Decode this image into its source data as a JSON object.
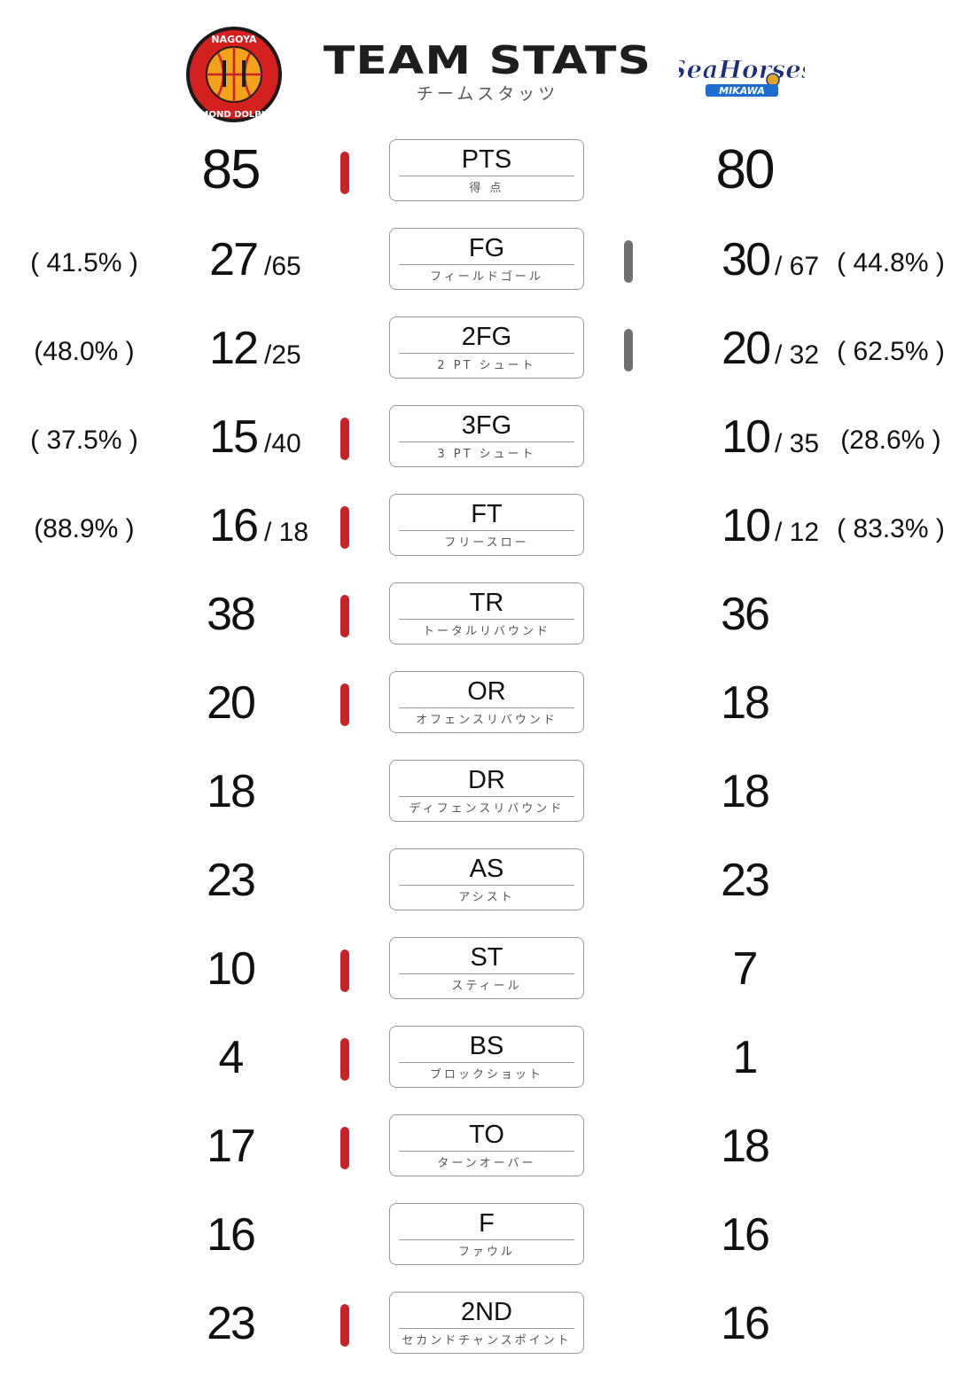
{
  "header": {
    "title": "TEAM STATS",
    "subtitle": "チームスタッツ",
    "home_logo_text": "NAGOYA DIAMOND DOLPHINS",
    "away_logo_text": "SeaHorses MIKAWA",
    "home_color": "#c8222b",
    "away_color": "#707070"
  },
  "rows": [
    {
      "abbr": "PTS",
      "jp": "得 点",
      "home": "85",
      "away": "80",
      "leader": "home"
    },
    {
      "abbr": "FG",
      "jp": "フィールドゴール",
      "home": "27",
      "home_att": "/65",
      "home_pct": "( 41.5% )",
      "away": "30",
      "away_att": "/ 67",
      "away_pct": "( 44.8% )",
      "leader": "away"
    },
    {
      "abbr": "2FG",
      "jp": "2 PT シュート",
      "home": "12",
      "home_att": "/25",
      "home_pct": "(48.0% )",
      "away": "20",
      "away_att": "/ 32",
      "away_pct": "( 62.5% )",
      "leader": "away"
    },
    {
      "abbr": "3FG",
      "jp": "3 PT シュート",
      "home": "15",
      "home_att": "/40",
      "home_pct": "( 37.5% )",
      "away": "10",
      "away_att": "/ 35",
      "away_pct": "(28.6% )",
      "leader": "home"
    },
    {
      "abbr": "FT",
      "jp": "フリースロー",
      "home": "16",
      "home_att": "/ 18",
      "home_pct": "(88.9% )",
      "away": "10",
      "away_att": "/ 12",
      "away_pct": "( 83.3% )",
      "leader": "home"
    },
    {
      "abbr": "TR",
      "jp": "トータルリバウンド",
      "home": "38",
      "away": "36",
      "leader": "home"
    },
    {
      "abbr": "OR",
      "jp": "オフェンスリバウンド",
      "home": "20",
      "away": "18",
      "leader": "home"
    },
    {
      "abbr": "DR",
      "jp": "ディフェンスリバウンド",
      "home": "18",
      "away": "18",
      "leader": "none"
    },
    {
      "abbr": "AS",
      "jp": "アシスト",
      "home": "23",
      "away": "23",
      "leader": "none"
    },
    {
      "abbr": "ST",
      "jp": "スティール",
      "home": "10",
      "away": "7",
      "leader": "home"
    },
    {
      "abbr": "BS",
      "jp": "ブロックショット",
      "home": "4",
      "away": "1",
      "leader": "home"
    },
    {
      "abbr": "TO",
      "jp": "ターンオーバー",
      "home": "17",
      "away": "18",
      "leader": "home"
    },
    {
      "abbr": "F",
      "jp": "ファウル",
      "home": "16",
      "away": "16",
      "leader": "none"
    },
    {
      "abbr": "2ND",
      "jp": "セカンドチャンスポイント",
      "home": "23",
      "away": "16",
      "leader": "home"
    }
  ]
}
